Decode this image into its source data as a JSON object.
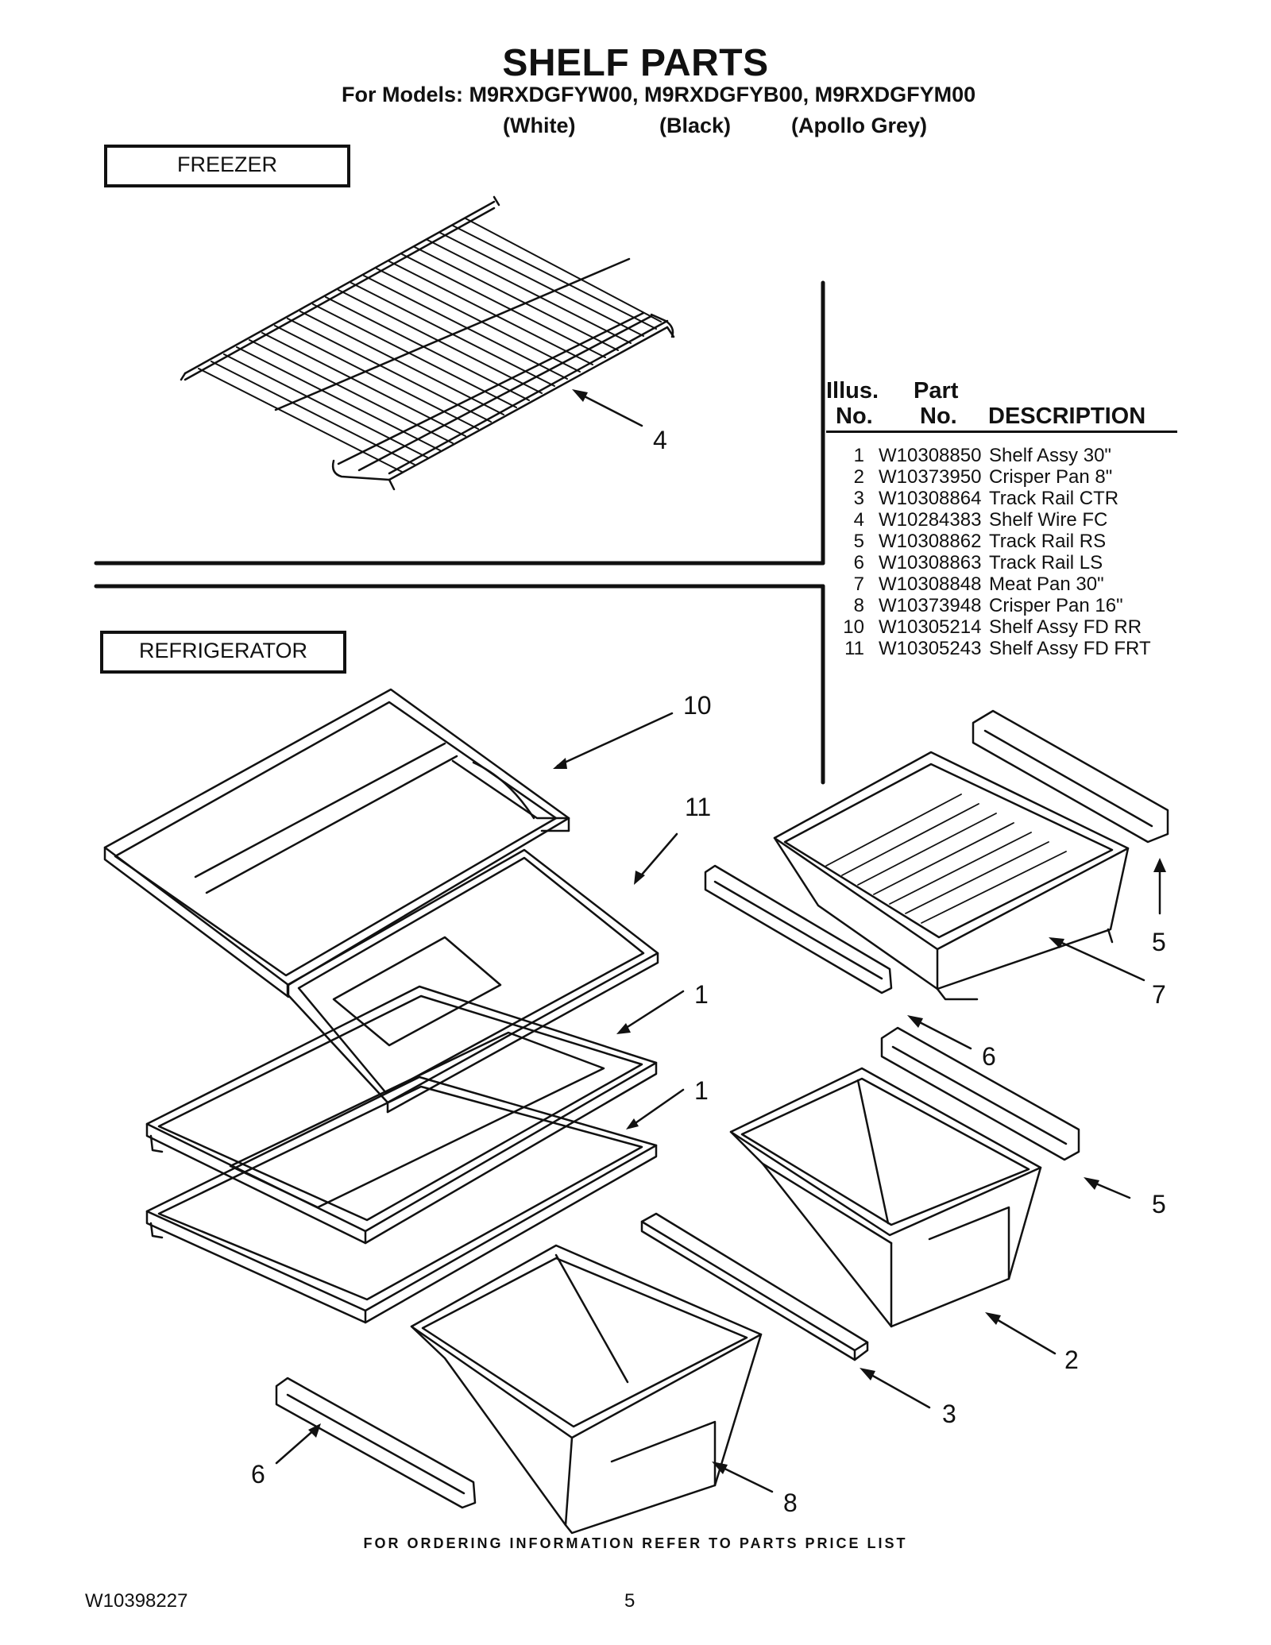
{
  "header": {
    "title": "SHELF PARTS",
    "models": "For Models: M9RXDGFYW00, M9RXDGFYB00, M9RXDGFYM00",
    "variants": [
      "(White)",
      "(Black)",
      "(Apollo Grey)"
    ]
  },
  "sections": {
    "freezer": "FREEZER",
    "refrigerator": "REFRIGERATOR"
  },
  "parts_table": {
    "headers": {
      "illus_line1": "Illus.",
      "illus_line2": "No.",
      "part_line1": "Part",
      "part_line2": "No.",
      "description": "DESCRIPTION"
    },
    "rows": [
      {
        "no": "1",
        "part": "W10308850",
        "desc": "Shelf Assy 30\""
      },
      {
        "no": "2",
        "part": "W10373950",
        "desc": "Crisper Pan 8\""
      },
      {
        "no": "3",
        "part": "W10308864",
        "desc": "Track Rail CTR"
      },
      {
        "no": "4",
        "part": "W10284383",
        "desc": "Shelf Wire FC"
      },
      {
        "no": "5",
        "part": "W10308862",
        "desc": "Track Rail RS"
      },
      {
        "no": "6",
        "part": "W10308863",
        "desc": "Track Rail LS"
      },
      {
        "no": "7",
        "part": "W10308848",
        "desc": "Meat Pan 30\""
      },
      {
        "no": "8",
        "part": "W10373948",
        "desc": "Crisper Pan 16\""
      },
      {
        "no": "10",
        "part": "W10305214",
        "desc": "Shelf Assy FD RR"
      },
      {
        "no": "11",
        "part": "W10305243",
        "desc": "Shelf Assy FD FRT"
      }
    ]
  },
  "callouts": [
    "4",
    "10",
    "11",
    "1",
    "1",
    "5",
    "7",
    "6",
    "5",
    "2",
    "3",
    "6",
    "8"
  ],
  "footer": {
    "note": "FOR ORDERING INFORMATION REFER TO PARTS PRICE LIST",
    "doc_number": "W10398227",
    "page": "5"
  }
}
